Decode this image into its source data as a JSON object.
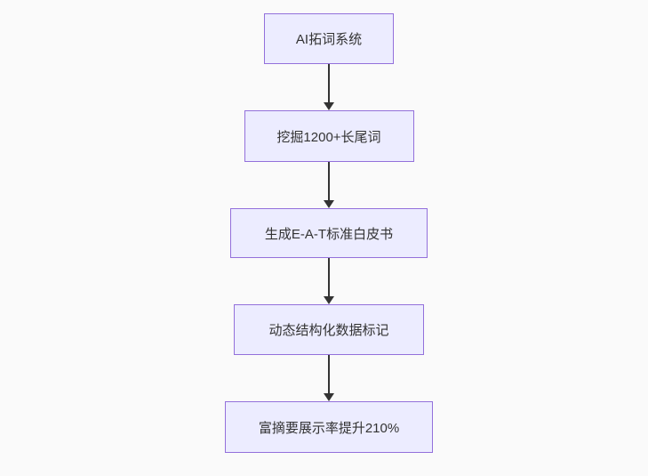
{
  "diagram": {
    "type": "flowchart",
    "direction": "top-down",
    "nodes": [
      {
        "id": "A",
        "label": "AI拓词系统"
      },
      {
        "id": "B",
        "label": "挖掘1200+长尾词"
      },
      {
        "id": "C",
        "label": "生成E-A-T标准白皮书"
      },
      {
        "id": "D",
        "label": "动态结构化数据标记"
      },
      {
        "id": "E",
        "label": "富摘要展示率提升210%"
      }
    ],
    "edges": [
      {
        "from": "A",
        "to": "B"
      },
      {
        "from": "B",
        "to": "C"
      },
      {
        "from": "C",
        "to": "D"
      },
      {
        "from": "D",
        "to": "E"
      }
    ],
    "colors": {
      "node_fill": "#ECECFF",
      "node_border": "#9370DB",
      "arrow": "#333333",
      "text": "#333333",
      "background": "#fafafa"
    }
  }
}
